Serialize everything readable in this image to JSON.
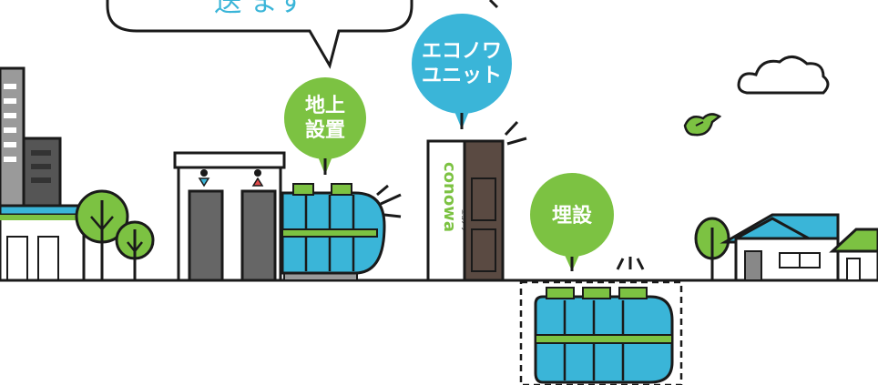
{
  "speech_bubble": {
    "text": "送 ます"
  },
  "labels": {
    "above_ground": [
      "地上",
      "設置"
    ],
    "econowa_unit": [
      "エコノワ",
      "ユニット"
    ],
    "buried": "埋設"
  },
  "brand": {
    "logo": "conowa",
    "sub": "エコノワ"
  },
  "colors": {
    "green": "#7cc242",
    "blue": "#3ab5d8",
    "outline": "#1a1a1a",
    "gray": "#666666",
    "brown": "#5a4a42"
  },
  "icons": [
    "city-buildings",
    "convenience-store",
    "trees",
    "restroom",
    "water-tank",
    "econowa-unit",
    "cloud",
    "bird",
    "houses"
  ]
}
